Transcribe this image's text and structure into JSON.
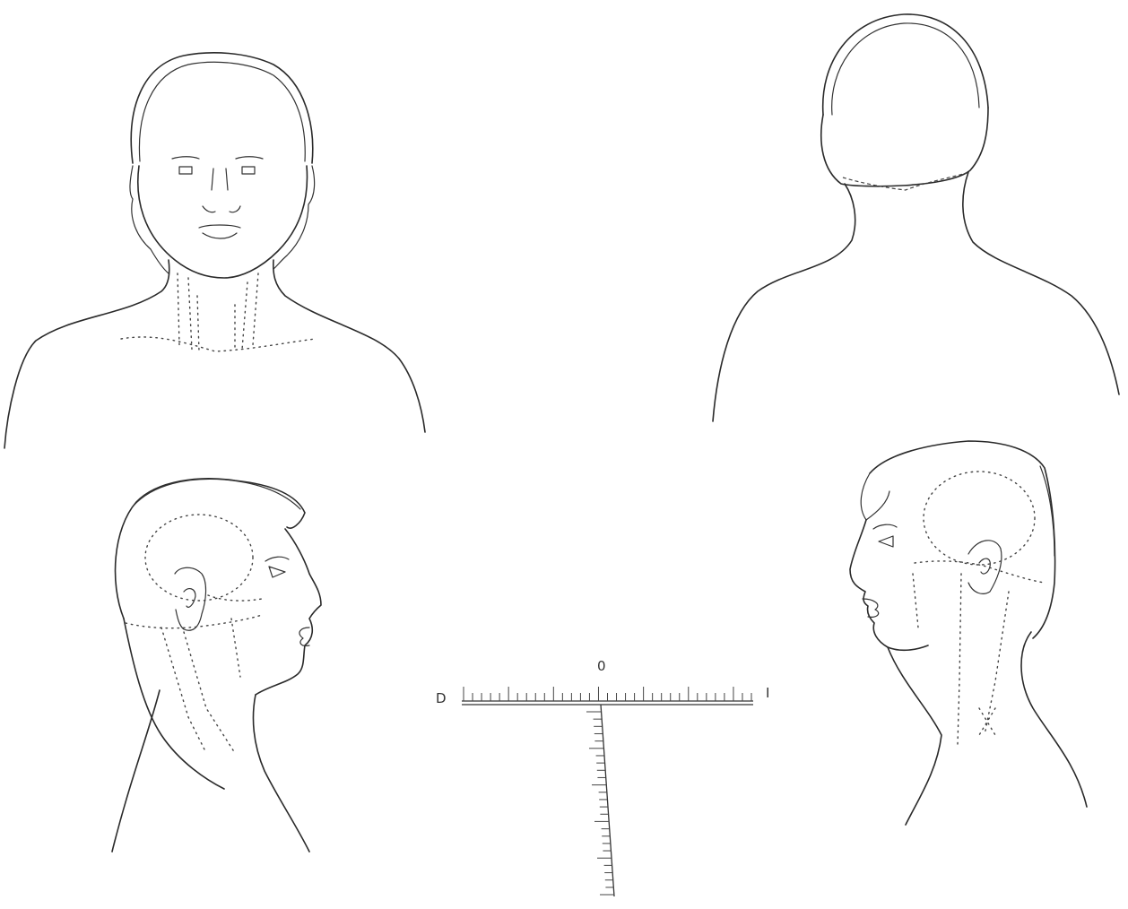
{
  "views": [
    {
      "id": "front",
      "name": "head-front-view"
    },
    {
      "id": "back",
      "name": "head-back-view"
    },
    {
      "id": "left",
      "name": "head-right-profile-view"
    },
    {
      "id": "right",
      "name": "head-left-profile-view"
    }
  ],
  "scale": {
    "left_label": "D",
    "top_label": "0",
    "right_label": "I",
    "horizontal_ticks": 33,
    "vertical_ticks": 26,
    "line_color": "#333333"
  }
}
